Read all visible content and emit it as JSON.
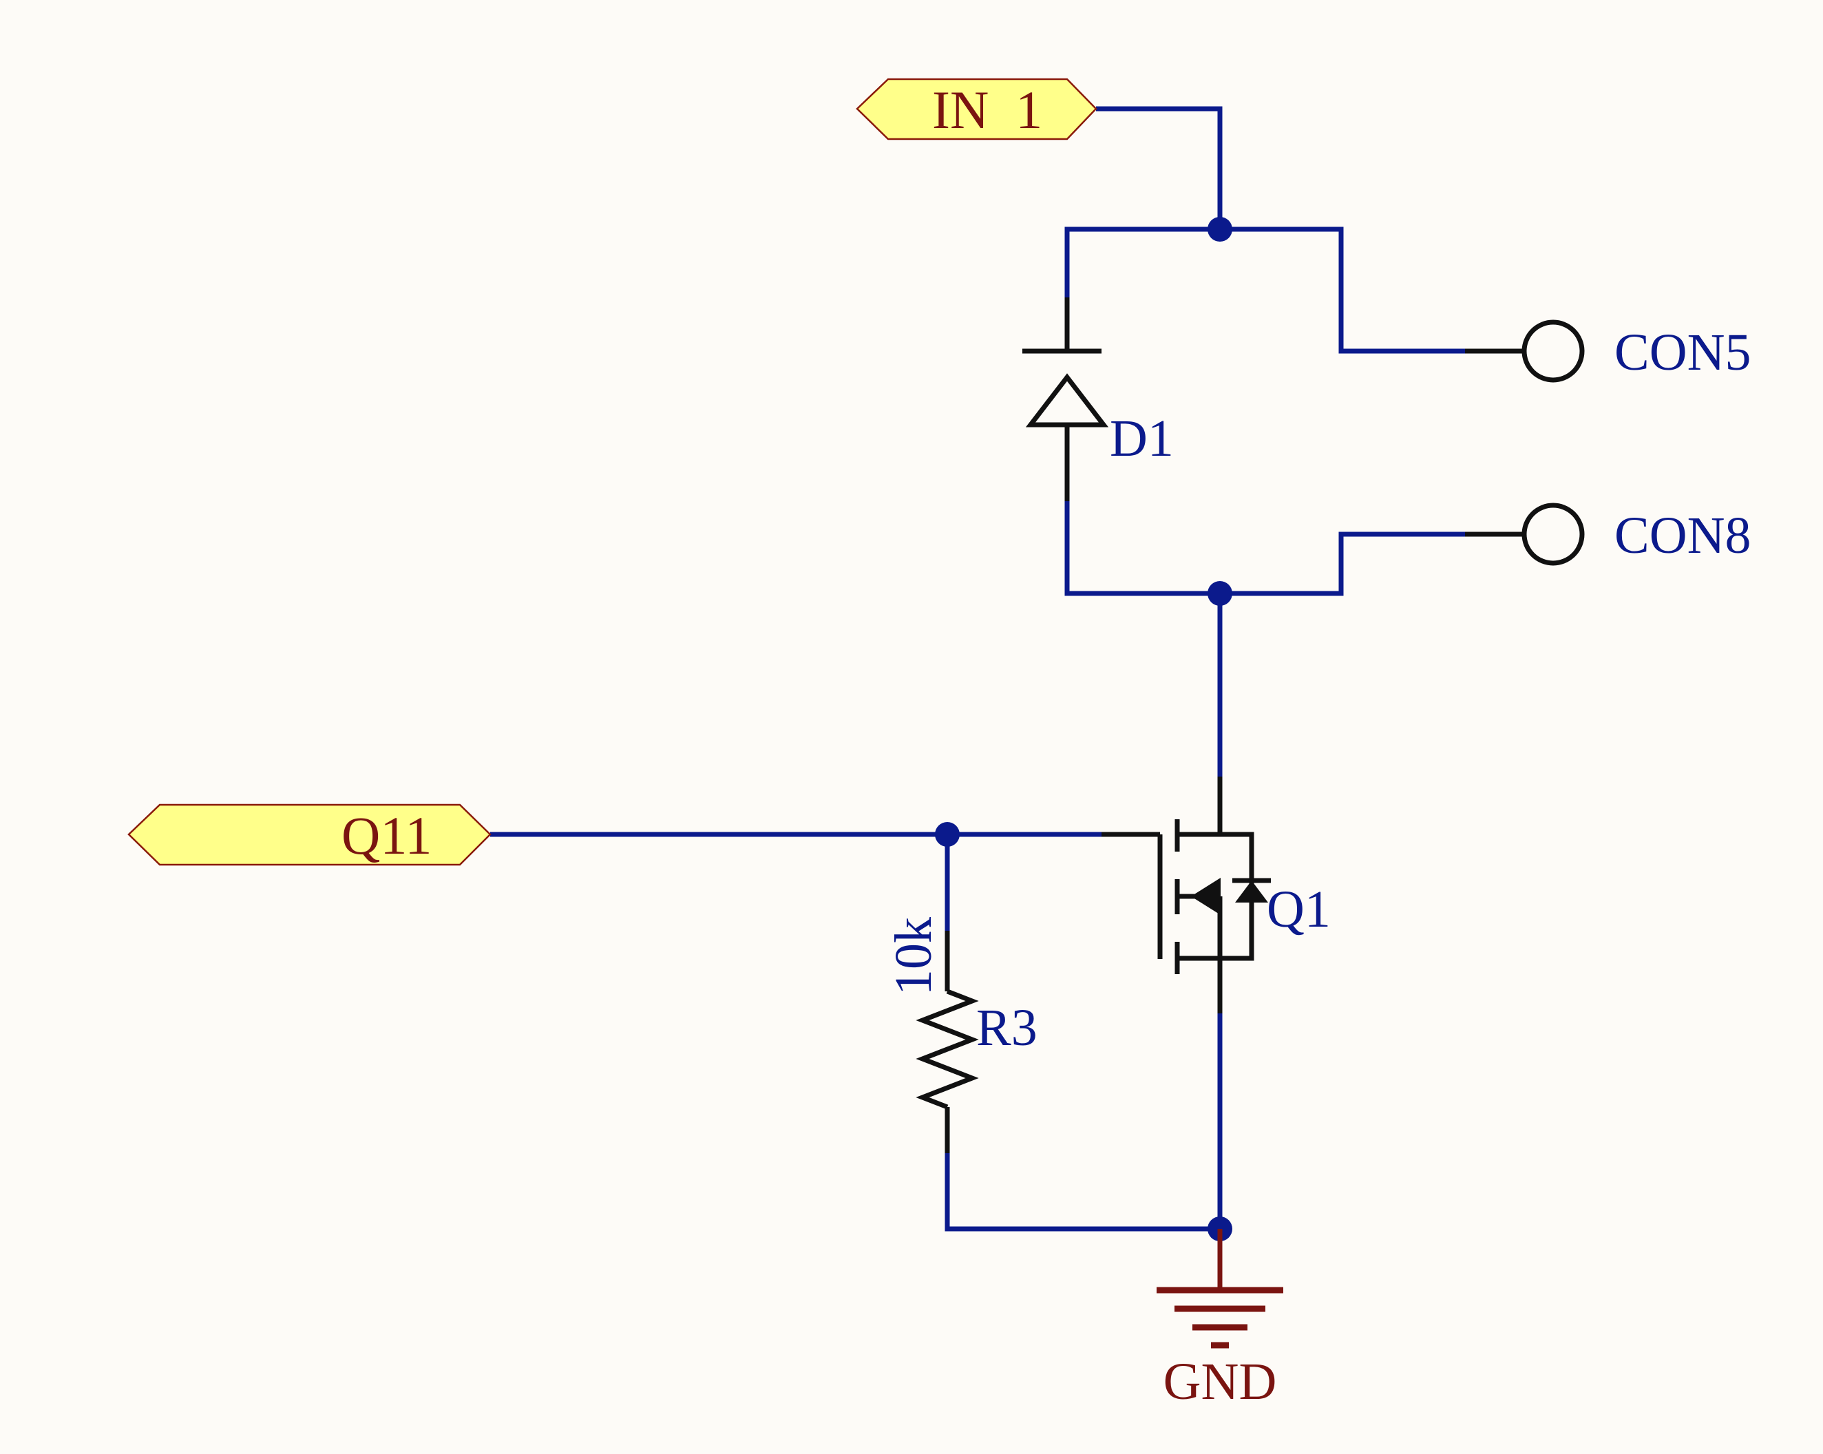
{
  "ports": {
    "in1": "IN  1",
    "q11": "Q11"
  },
  "components": {
    "d1": {
      "designator": "D1"
    },
    "q1": {
      "designator": "Q1"
    },
    "r3": {
      "designator": "R3",
      "value": "10k"
    },
    "con5": {
      "designator": "CON5"
    },
    "con8": {
      "designator": "CON8"
    }
  },
  "power": {
    "gnd": "GND"
  },
  "colors": {
    "background": "#fdfbf7",
    "wire": "#0b1a8c",
    "component": "#111111",
    "ground": "#7a1410",
    "port_fill": "#ffff8a",
    "port_border": "#8a1a0a"
  }
}
